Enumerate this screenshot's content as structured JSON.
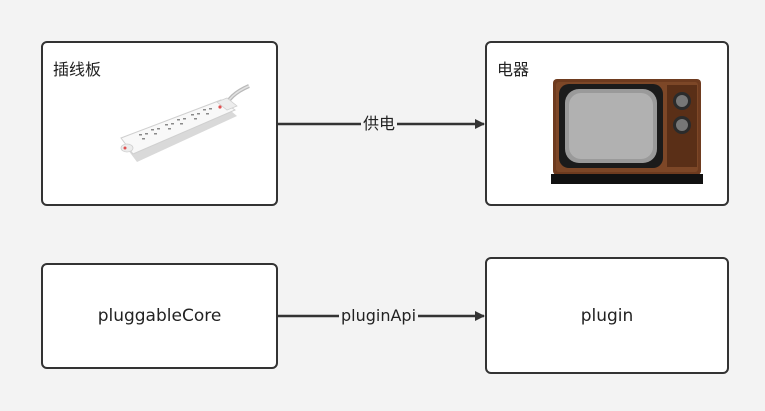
{
  "nodes": {
    "power_strip": {
      "title": "插线板",
      "icon": "power-strip-image"
    },
    "appliance": {
      "title": "电器",
      "icon": "retro-tv-image"
    },
    "core": {
      "label": "pluggableCore"
    },
    "plugin": {
      "label": "plugin"
    }
  },
  "edges": {
    "supply": {
      "label": "供电"
    },
    "api": {
      "label": "pluginApi"
    }
  },
  "colors": {
    "stroke": "#333333",
    "background": "#f3f3f3",
    "node_fill": "#ffffff"
  }
}
